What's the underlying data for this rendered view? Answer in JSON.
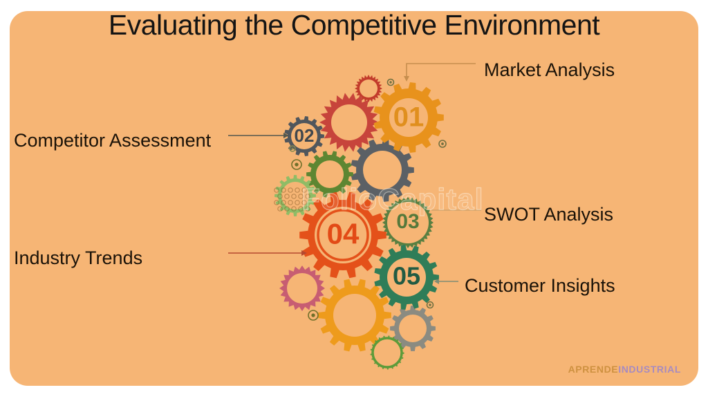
{
  "title": "Evaluating the Competitive Environment",
  "watermark": "FolioCapital",
  "steps": [
    {
      "number": "01",
      "label": "Market Analysis",
      "color": "#E8921C",
      "number_color": "#E08F1E"
    },
    {
      "number": "02",
      "label": "Competitor Assessment",
      "color": "#50565C",
      "number_color": "#41474D"
    },
    {
      "number": "03",
      "label": "SWOT Analysis",
      "color": "#597F41",
      "number_color": "#56793B"
    },
    {
      "number": "04",
      "label": "Industry Trends",
      "color": "#E4511A",
      "number_color": "#E24A16"
    },
    {
      "number": "05",
      "label": "Customer Insights",
      "color": "#2F7D58",
      "number_color": "#215B43"
    }
  ],
  "brand": {
    "first": "APRENDE",
    "second": "INDUSTRIAL",
    "first_color": "#CE9140",
    "second_color": "#A78BC0"
  },
  "canvas": {
    "background": "#F6B575",
    "page_background": "#FFFFFF",
    "title_color": "#141414",
    "label_color": "#1A1208"
  }
}
